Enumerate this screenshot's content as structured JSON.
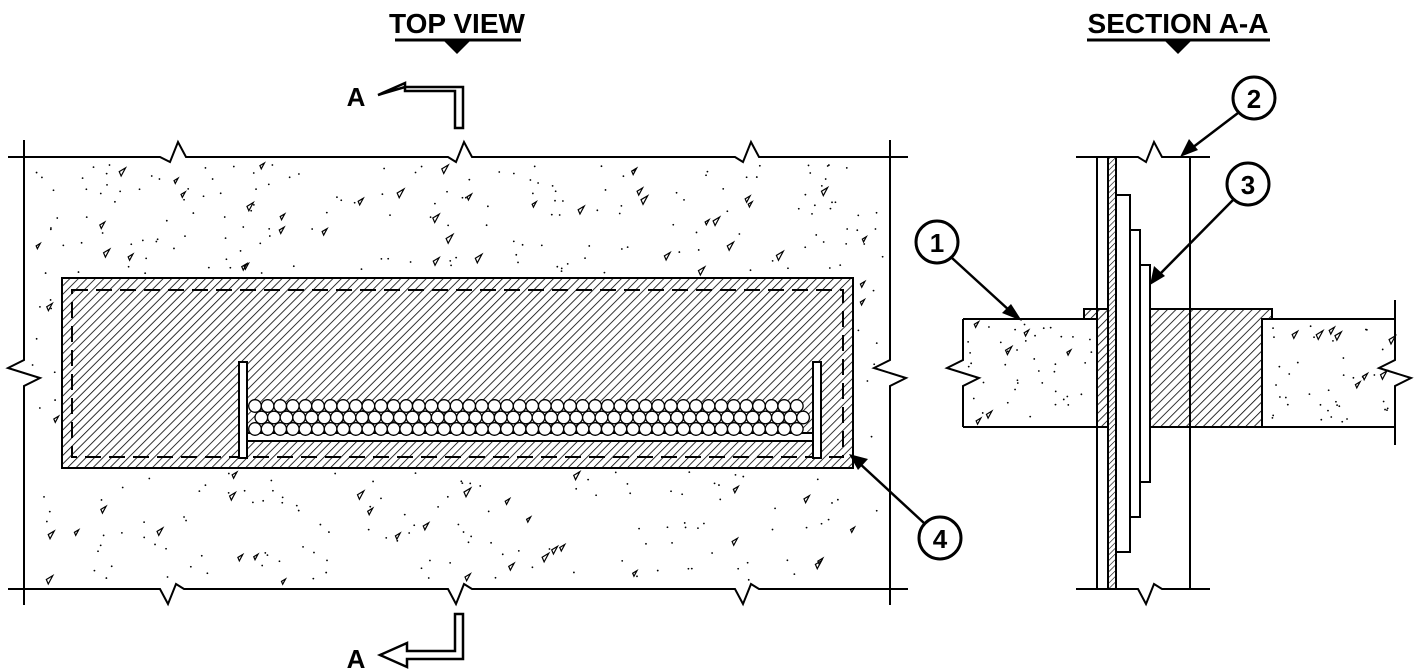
{
  "top_view": {
    "title": "TOP VIEW",
    "section_marker_top": "A",
    "section_marker_bottom": "A"
  },
  "section_view": {
    "title": "SECTION A-A"
  },
  "callouts": [
    {
      "number": "1"
    },
    {
      "number": "2"
    },
    {
      "number": "3"
    },
    {
      "number": "4"
    }
  ],
  "colors": {
    "line": "#000000",
    "background": "#ffffff"
  }
}
